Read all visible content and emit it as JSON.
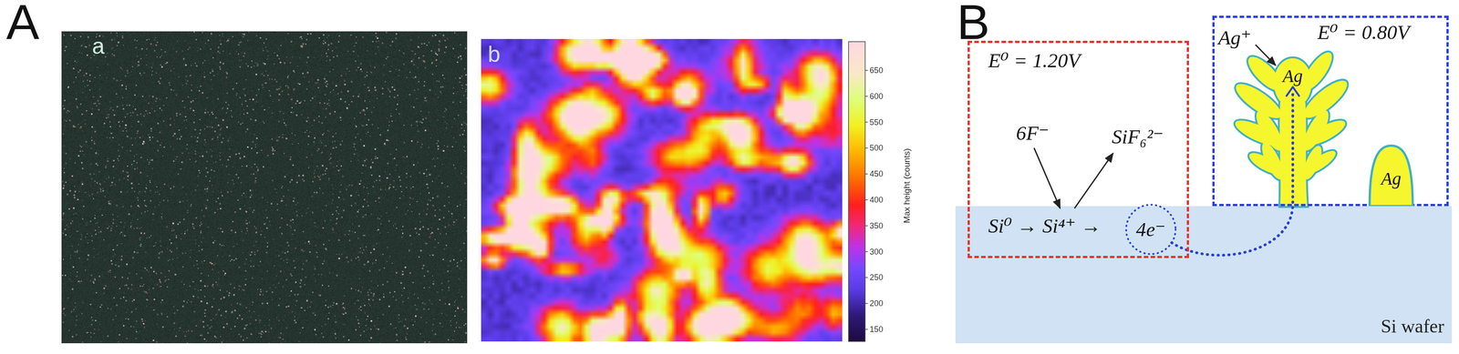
{
  "diagram": {
    "nodes": [
      {
        "text": [
          "E⁰ = 1.20V",
          "6F⁻",
          "SiF₆²⁻",
          "Si⁰ → Si⁴⁺ →"
        ]
      },
      {
        "text": [
          "4e⁻"
        ],
        "in": 0
      },
      {
        "text": [
          "E⁰ = 0.80V",
          "Ag⁺"
        ]
      },
      {
        "text": [
          "Ag"
        ],
        "in": 2
      },
      {
        "text": [
          "Ag"
        ],
        "in": 2
      },
      {
        "text": [
          "Si wafer"
        ]
      }
    ],
    "edges": [
      {
        "from": 1,
        "to": 3,
        "arrow": "to"
      }
    ],
    "labels": [
      "A",
      "a",
      "b",
      "650",
      "600",
      "550",
      "500",
      "450",
      "400",
      "350",
      "300",
      "250",
      "200",
      "150",
      "Max height (counts)",
      "B"
    ]
  }
}
